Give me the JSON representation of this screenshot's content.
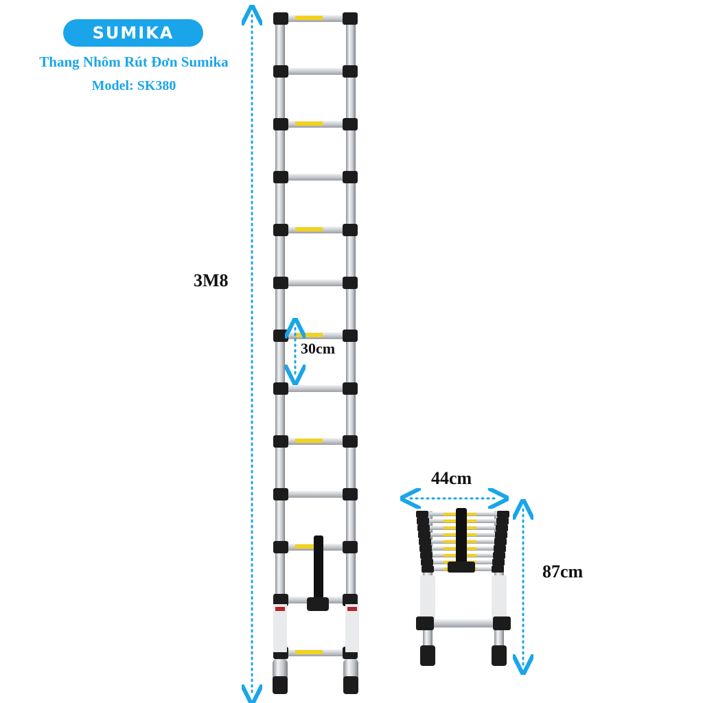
{
  "brand": {
    "logo_text": "SUMIKA",
    "color": "#1aa5ea"
  },
  "title": {
    "line1": "Thang Nhôm Rút Đơn Sumika",
    "line2": "Model: SK380"
  },
  "dimensions": {
    "total_height": "3M8",
    "step_spacing": "30cm",
    "folded_width": "44cm",
    "folded_height": "87cm"
  },
  "colors": {
    "accent": "#1aa5ea",
    "aluminum": "#c9ccd0",
    "rung_cap": "#1c1c1c",
    "rung_label": "#f2d21a"
  },
  "icons": [
    "dotted-arrow-vertical-icon",
    "dotted-arrow-horizontal-icon"
  ]
}
